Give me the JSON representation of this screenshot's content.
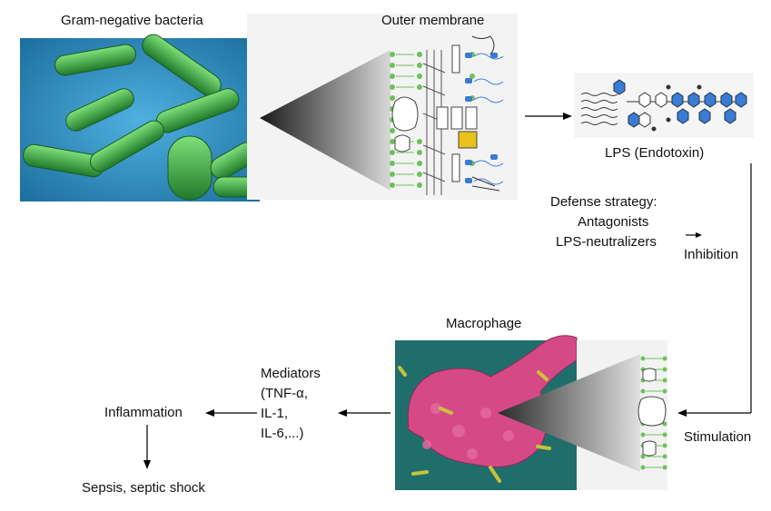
{
  "labels": {
    "bacteria": "Gram-negative bacteria",
    "outer_membrane": "Outer membrane",
    "lps": "LPS (Endotoxin)",
    "defense_title": "Defense strategy:",
    "antagonists": "Antagonists",
    "neutralizers": "LPS-neutralizers",
    "inhibition": "Inhibition",
    "macrophage": "Macrophage",
    "stimulation": "Stimulation",
    "mediators": [
      "Mediators",
      "(TNF-α,",
      "IL-1,",
      "IL-6,...)"
    ],
    "inflammation": "Inflammation",
    "sepsis": "Sepsis, septic shock"
  },
  "icons": [
    "bacteria-micrograph",
    "membrane-diagram",
    "lps-structure",
    "macrophage-micrograph",
    "macrophage-membrane-diagram"
  ],
  "colors": {
    "bacteria_bg": "#2a8fc4",
    "bacteria": "#3fb03a",
    "lipid": "#6cc25a",
    "sugar_blue": "#3a7bd5",
    "macrophage_bg": "#1f6e6c",
    "macrophage_cell": "#d54a86",
    "rod_yellow": "#c9c23a"
  }
}
